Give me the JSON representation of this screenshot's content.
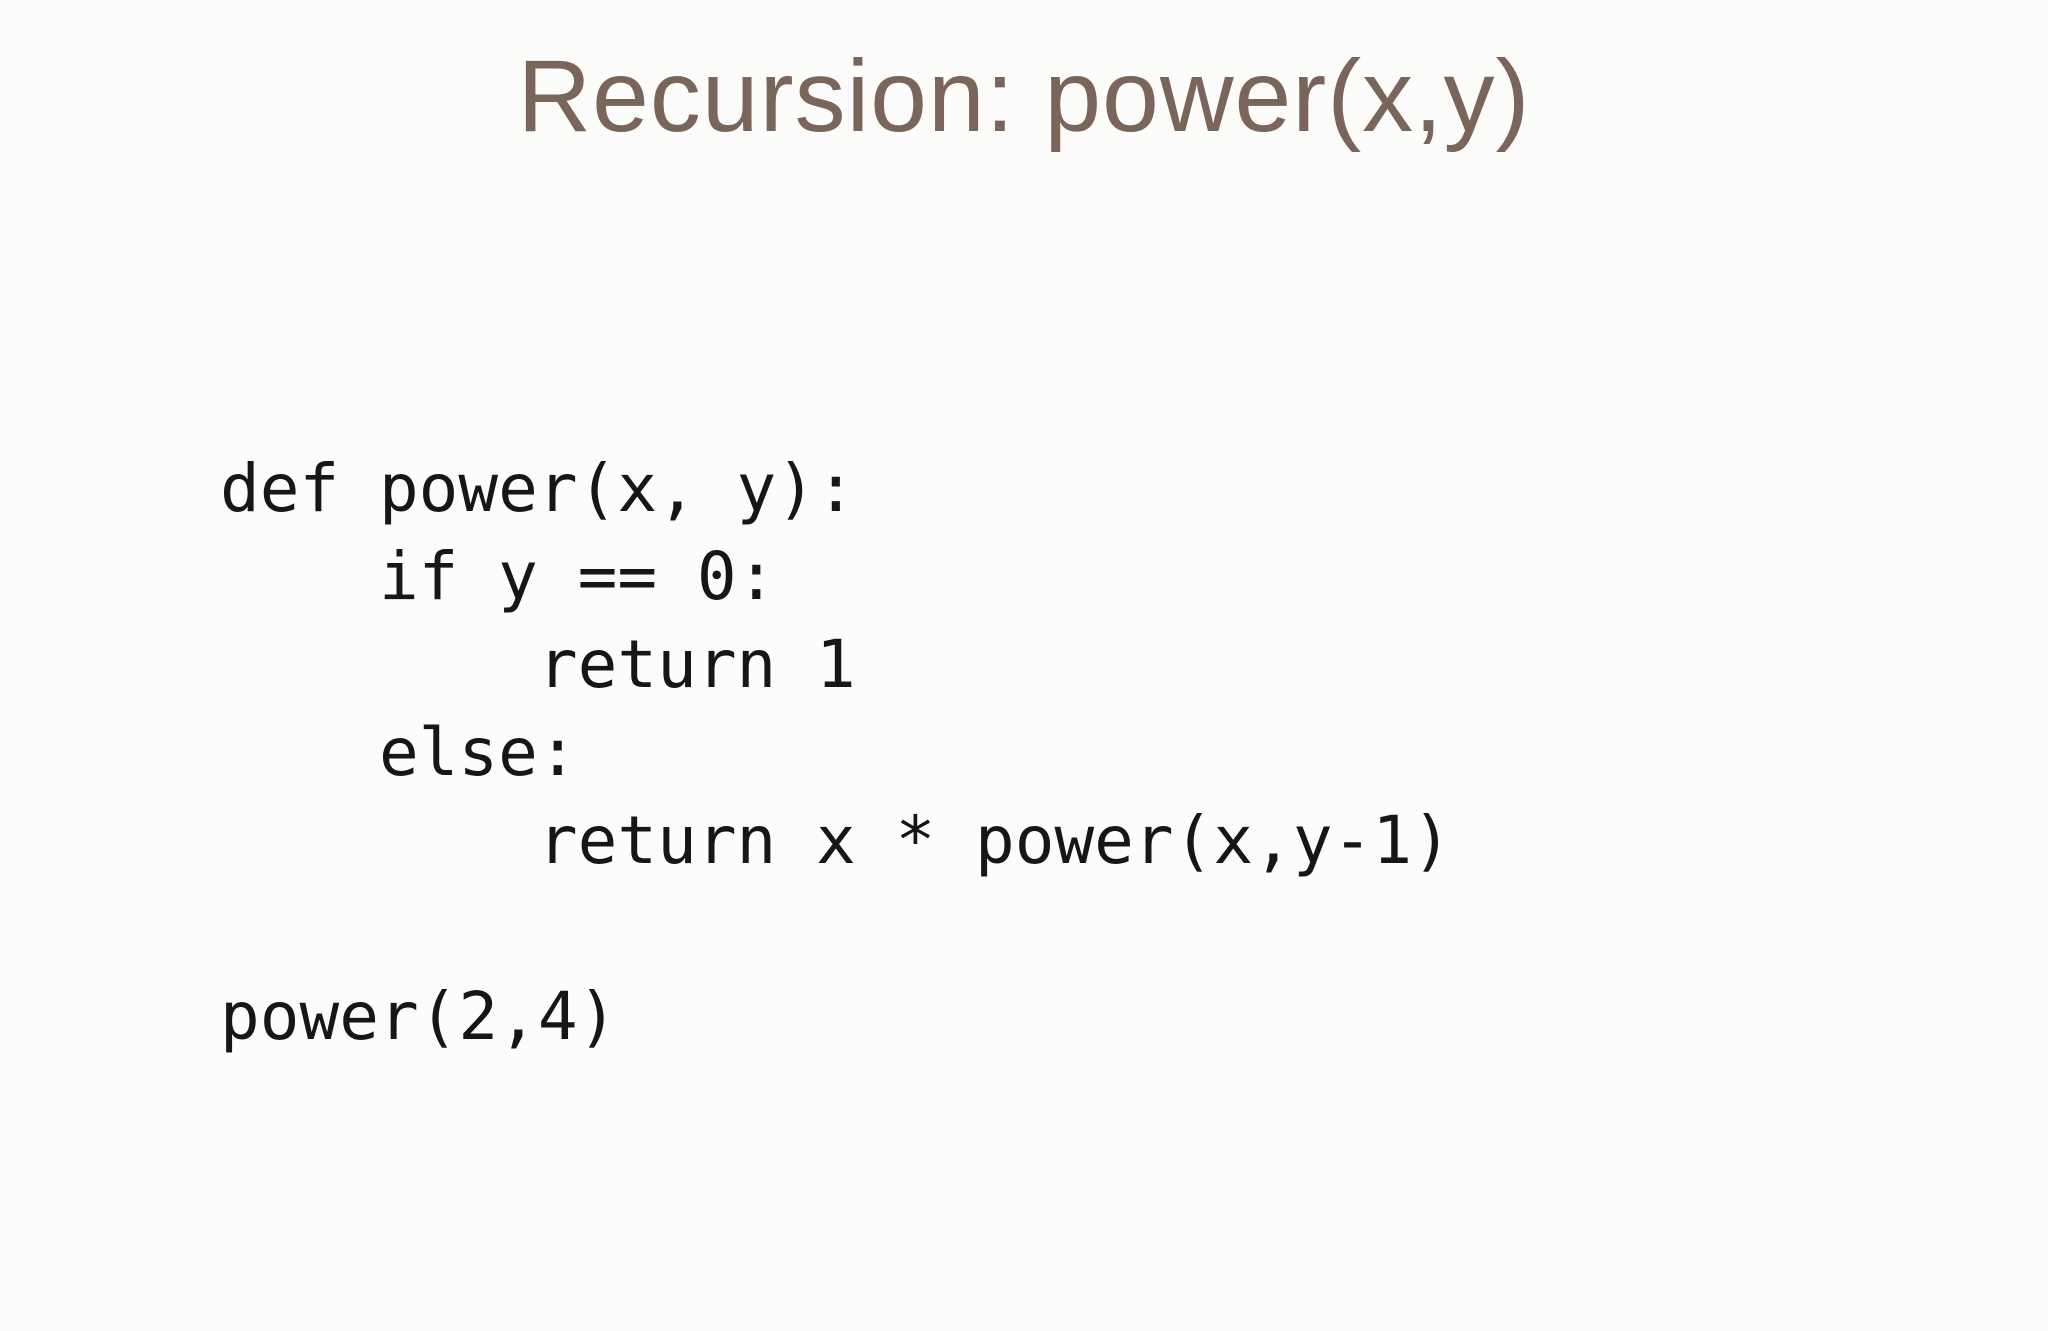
{
  "title": {
    "text": "Recursion: power(x,y)",
    "color": "#7a655a"
  },
  "code": {
    "language": "python",
    "color": "#161616",
    "lines": [
      "def power(x, y):",
      "    if y == 0:",
      "        return 1",
      "    else:",
      "        return x * power(x,y-1)",
      "",
      "power(2,4)"
    ]
  },
  "background_color": "#fcfcfb"
}
